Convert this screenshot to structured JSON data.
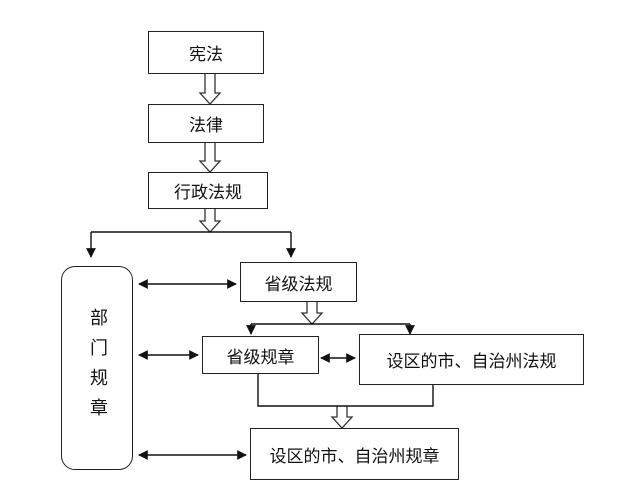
{
  "nodes": {
    "constitution": "宪法",
    "law": "法律",
    "admin_regulations": "行政法规",
    "provincial_regulations": "省级法规",
    "provincial_rules": "省级规章",
    "city_regulations": "设区的市、自治州法规",
    "city_rules": "设区的市、自治州规章",
    "department_rules": "部门规章"
  }
}
